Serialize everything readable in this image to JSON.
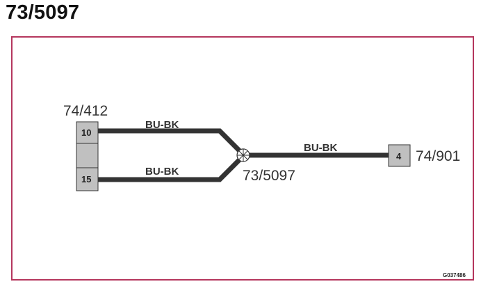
{
  "title": "73/5097",
  "connectors": {
    "left": {
      "id": "74/412",
      "pins": [
        "10",
        "15"
      ]
    },
    "right": {
      "id": "74/901",
      "pins": [
        "4"
      ]
    }
  },
  "splice": {
    "id": "73/5097"
  },
  "wires": {
    "top": {
      "color_code": "BU-BK"
    },
    "bottom": {
      "color_code": "BU-BK"
    },
    "right": {
      "color_code": "BU-BK"
    }
  },
  "drawing_code": "G037486",
  "colors": {
    "frame": "#b5365d",
    "wire": "#333333",
    "connector_fill": "#c0c0c0"
  }
}
